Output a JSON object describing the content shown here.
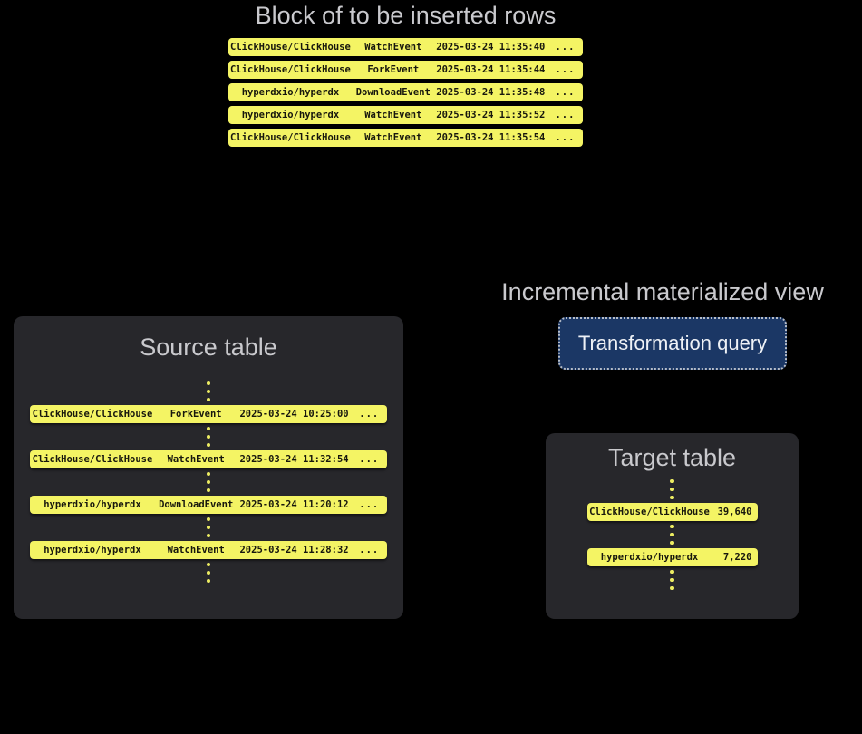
{
  "colors": {
    "background": "#000000",
    "panel": "#27272b",
    "row_yellow": "#f4f464",
    "row_text": "#17170d",
    "title_gray": "#c9c9cd",
    "dot_yellow": "#ecec62",
    "button_bg": "#1b3765",
    "button_border": "#b6bdc9",
    "button_text": "#eef1f6"
  },
  "insert_block": {
    "title": "Block of to be inserted rows",
    "rows": [
      {
        "repo": "ClickHouse/ClickHouse",
        "event": "WatchEvent",
        "timestamp": "2025-03-24 11:35:40",
        "more": "..."
      },
      {
        "repo": "ClickHouse/ClickHouse",
        "event": "ForkEvent",
        "timestamp": "2025-03-24 11:35:44",
        "more": "..."
      },
      {
        "repo": "hyperdxio/hyperdx",
        "event": "DownloadEvent",
        "timestamp": "2025-03-24 11:35:48",
        "more": "..."
      },
      {
        "repo": "hyperdxio/hyperdx",
        "event": "WatchEvent",
        "timestamp": "2025-03-24 11:35:52",
        "more": "..."
      },
      {
        "repo": "ClickHouse/ClickHouse",
        "event": "WatchEvent",
        "timestamp": "2025-03-24 11:35:54",
        "more": "..."
      }
    ]
  },
  "source_table": {
    "title": "Source table",
    "rows": [
      {
        "repo": "ClickHouse/ClickHouse",
        "event": "ForkEvent",
        "timestamp": "2025-03-24 10:25:00",
        "more": "..."
      },
      {
        "repo": "ClickHouse/ClickHouse",
        "event": "WatchEvent",
        "timestamp": "2025-03-24 11:32:54",
        "more": "..."
      },
      {
        "repo": "hyperdxio/hyperdx",
        "event": "DownloadEvent",
        "timestamp": "2025-03-24 11:20:12",
        "more": "..."
      },
      {
        "repo": "hyperdxio/hyperdx",
        "event": "WatchEvent",
        "timestamp": "2025-03-24 11:28:32",
        "more": "..."
      }
    ]
  },
  "materialized_view": {
    "title": "Incremental materialized view",
    "button_label": "Transformation query"
  },
  "target_table": {
    "title": "Target table",
    "rows": [
      {
        "repo": "ClickHouse/ClickHouse",
        "count": "39,640"
      },
      {
        "repo": "hyperdxio/hyperdx",
        "count": "7,220"
      }
    ]
  }
}
